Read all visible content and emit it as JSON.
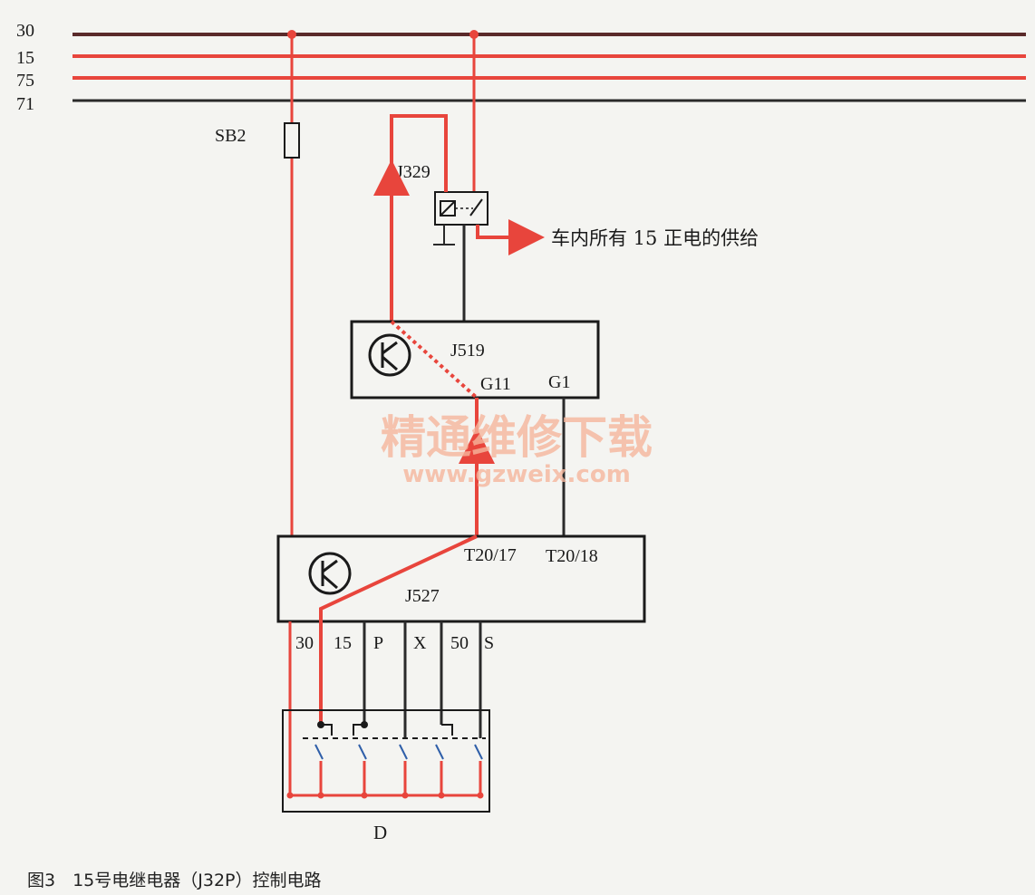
{
  "colors": {
    "red_wire": "#e8453c",
    "black_wire": "#2a2a2a",
    "box_stroke": "#1a1a1a",
    "background": "#f4f4f1",
    "watermark": "#f5b59c"
  },
  "bus_labels": [
    "30",
    "15",
    "75",
    "71"
  ],
  "fuse_label": "SB2",
  "relay_label": "J329",
  "output_text": "车内所有 15 正电的供给",
  "module_j519": {
    "name": "J519",
    "pins": [
      "G11",
      "G1"
    ],
    "icon": "transistor-icon"
  },
  "module_j527": {
    "name": "J527",
    "pins": [
      "T20/17",
      "T20/18"
    ],
    "terminals": [
      "30",
      "15",
      "P",
      "X",
      "50",
      "S"
    ],
    "icon": "transistor-icon"
  },
  "switch_label": "D",
  "watermark": {
    "title": "精通维修下载",
    "url": "www.gzweix.com"
  },
  "caption": "图3　15号电继电器（J32P）控制电路"
}
